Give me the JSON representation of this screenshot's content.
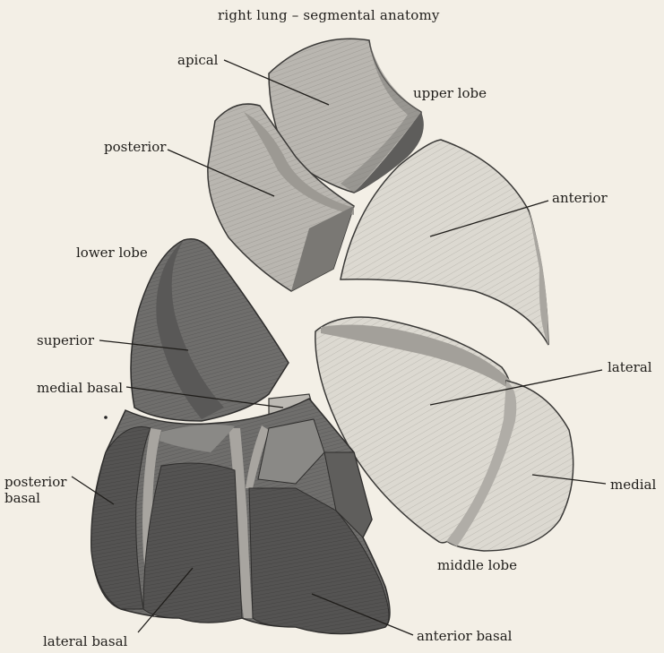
{
  "title": "right lung – segmental anatomy",
  "lobes": {
    "upper": "upper lobe",
    "lower": "lower lobe",
    "middle": "middle lobe"
  },
  "segments": {
    "apical": "apical",
    "posterior": "posterior",
    "anterior": "anterior",
    "superior": "superior",
    "medial_basal": "medial basal",
    "posterior_basal_line1": "posterior",
    "posterior_basal_line2": "basal",
    "lateral": "lateral",
    "medial": "medial",
    "lateral_basal": "lateral basal",
    "anterior_basal": "anterior basal"
  },
  "colors": {
    "paper": "#f3efe6",
    "light_segment": "#dcd9d1",
    "mid_segment": "#b9b6b0",
    "dark_segment": "#6f6e6c",
    "darker_segment": "#545352",
    "ink": "#1f1d1a"
  }
}
